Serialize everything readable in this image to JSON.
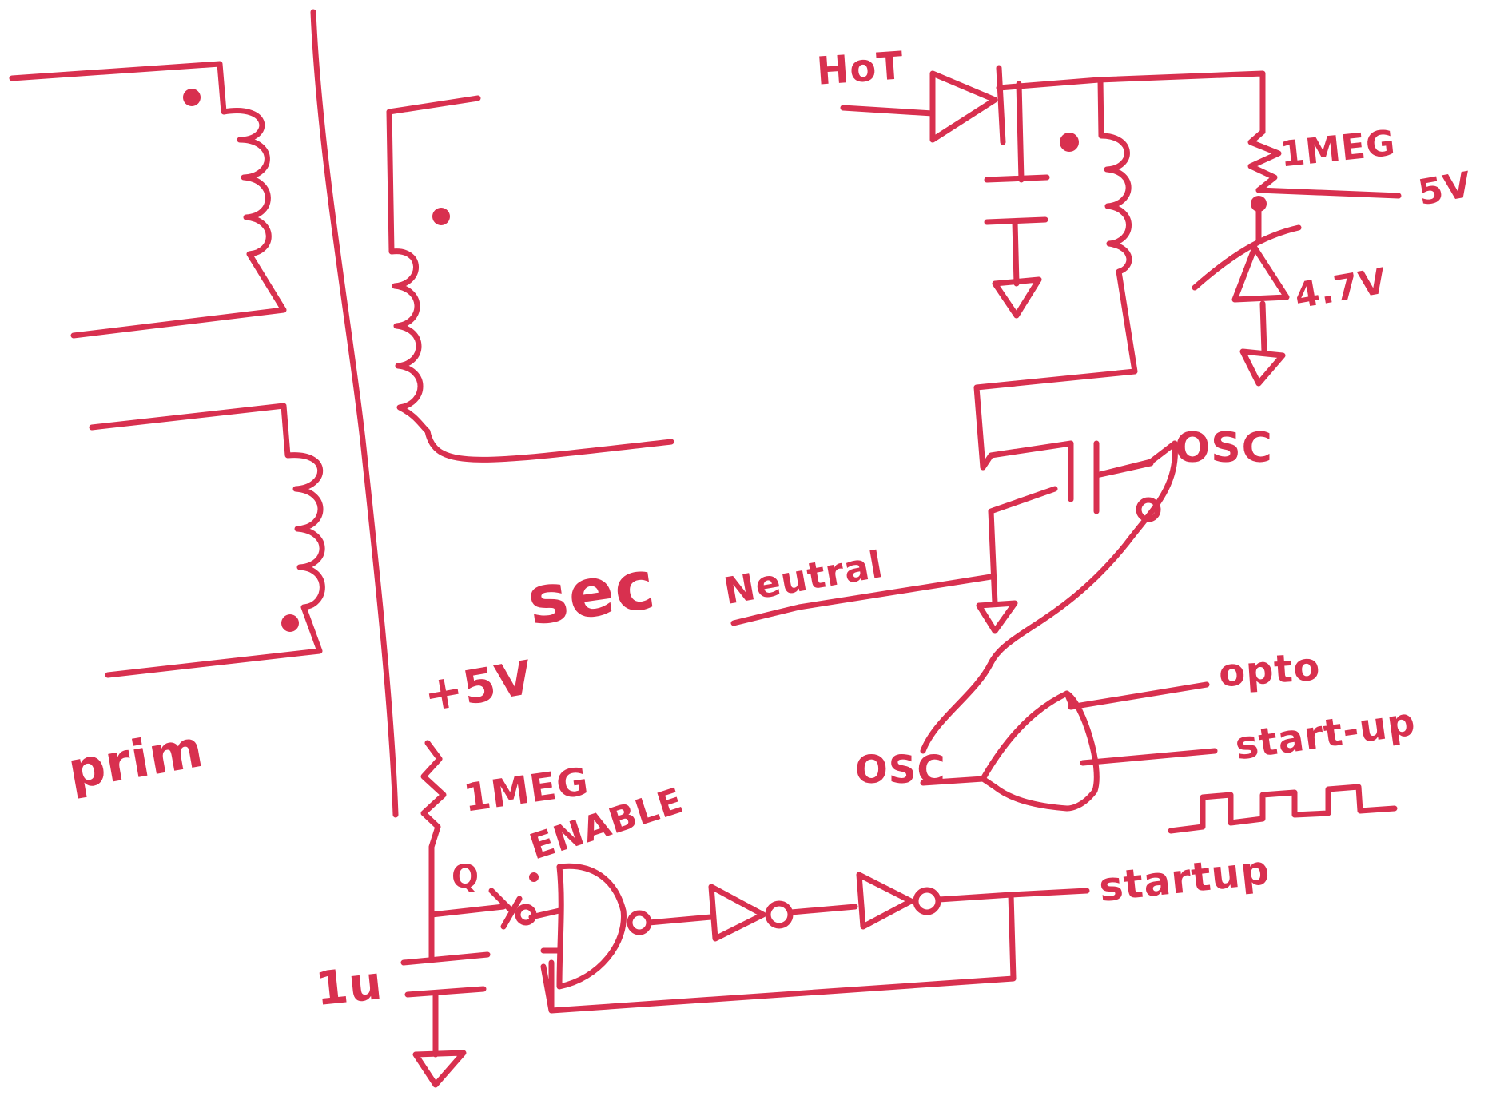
{
  "labels": {
    "hot": "HoT",
    "r_top": "1MEG",
    "v_out": "5V",
    "zener": "4.7V",
    "osc_top": "OSC",
    "neutral": "Neutral",
    "sec": "sec",
    "plus5v": "+5V",
    "prim": "prim",
    "opto": "opto",
    "startup_in": "start-up",
    "osc_gate": "OSC",
    "r_bottom": "1MEG",
    "enable": "ENABLE",
    "q": "Q",
    "cap_bottom": "1u",
    "startup_out": "startup"
  },
  "colors": {
    "ink": "#d8304f",
    "paper": "#ffffff"
  }
}
